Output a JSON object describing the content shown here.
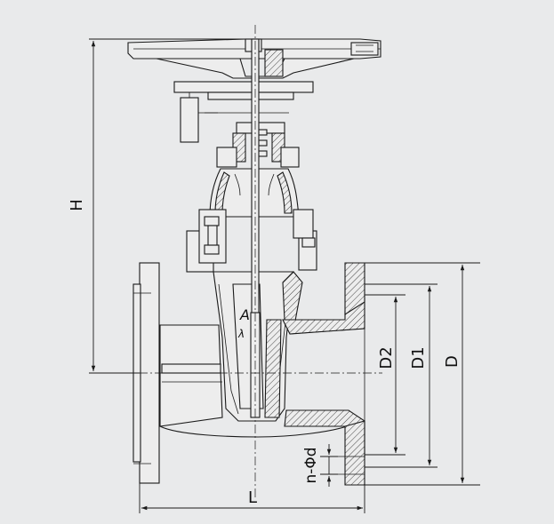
{
  "dimensions": {
    "height_label": "H",
    "length_label": "L",
    "d2_label": "D2",
    "d1_label": "D1",
    "d_label": "D",
    "bolt_hole_label": "n-Φd"
  }
}
